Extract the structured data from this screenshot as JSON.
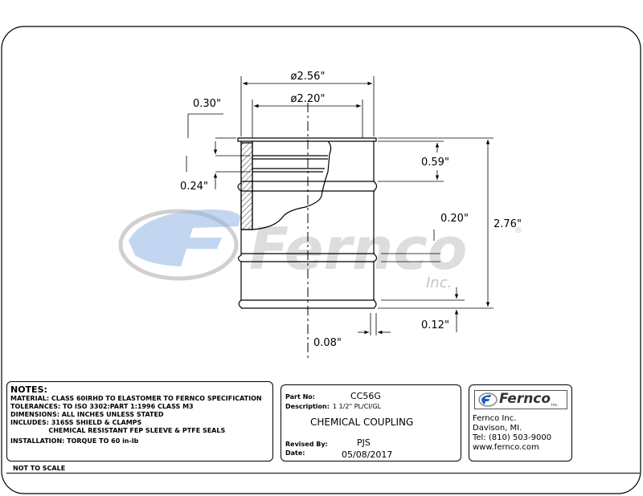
{
  "dimensions": {
    "outer_diameter": "ø2.56\"",
    "inner_diameter": "ø2.20\"",
    "top_lip": "0.30\"",
    "groove_height": "0.24\"",
    "band_width": "0.59\"",
    "gap": "0.20\"",
    "overall_height": "2.76\"",
    "bottom_band": "0.12\"",
    "wall_thickness": "0.08\""
  },
  "watermark": {
    "brand": "Fernco",
    "suffix": "Inc.",
    "registered": "®"
  },
  "notes": {
    "title": "NOTES:",
    "lines": [
      "MATERIAL: CLASS 60IRHD TO ELASTOMER TO FERNCO SPECIFICATION",
      "TOLERANCES: TO ISO 3302:PART 1:1996 CLASS M3",
      "DIMENSIONS: ALL INCHES UNLESS STATED",
      "INCLUDES: 316SS SHIELD & CLAMPS",
      "                 CHEMICAL RESISTANT FEP SLEEVE & PTFE SEALS",
      "INSTALLATION: TORQUE TO 60 in-lb"
    ]
  },
  "part_block": {
    "part_no_label": "Part No:",
    "part_no_value": "CC56G",
    "description_label": "Description:",
    "description_value": "1 1/2\" PL/CI/GL",
    "title": "CHEMICAL COUPLING",
    "revised_by_label": "Revised By:",
    "revised_by_value": "PJS",
    "date_label": "Date:",
    "date_value": "05/08/2017"
  },
  "company": {
    "logo_text": "Fernco",
    "logo_sub": "Inc.",
    "name": "Fernco Inc.",
    "location": "Davison, MI.",
    "tel": "Tel: (810) 503-9000",
    "website": "www.fernco.com"
  },
  "footer": {
    "scale_note": "NOT TO SCALE"
  },
  "colors": {
    "line": "#000000",
    "watermark_gray": "#c8c8c8",
    "watermark_blue": "#5b8ed6",
    "logo_blue": "#1f5fbf"
  }
}
